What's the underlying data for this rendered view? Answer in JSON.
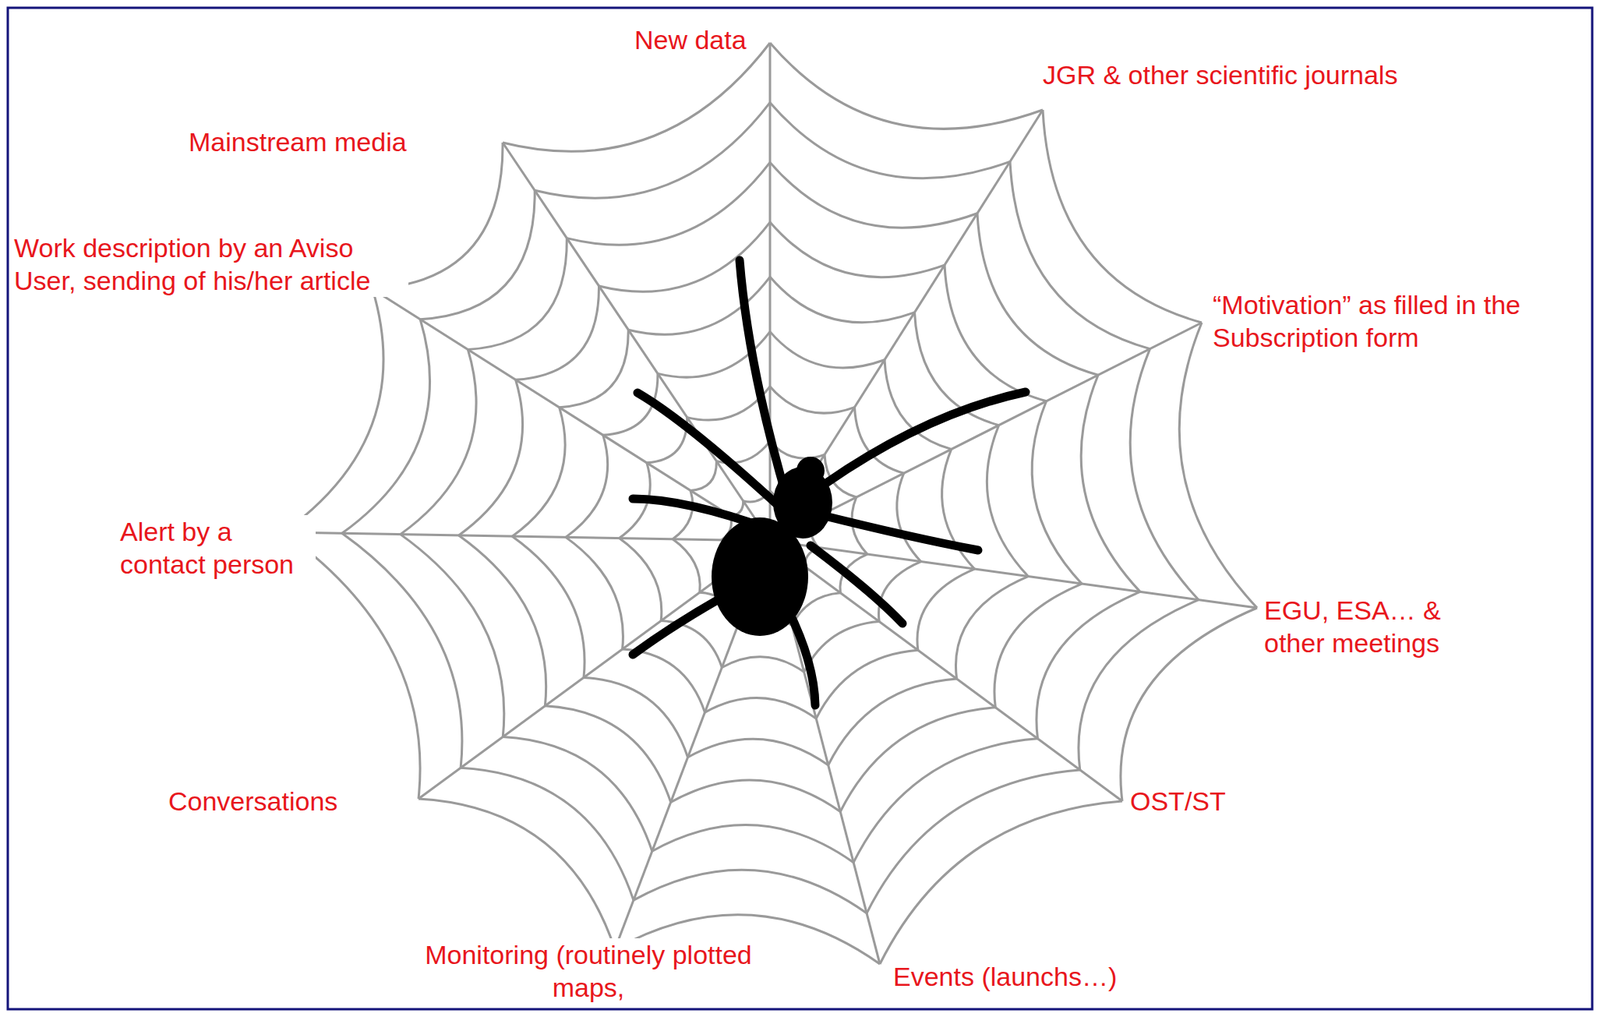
{
  "diagram": {
    "labels": [
      "New data",
      "JGR & other scientific journals",
      "Mainstream media",
      "Work description by an Aviso User, sending of his/her article",
      "“Motivation” as filled in the Subscription form",
      "Alert by a contact person",
      "EGU, ESA… & other meetings",
      "Conversations",
      "OST/ST",
      "Monitoring (routinely plotted maps,",
      "Events (launchs…)"
    ]
  }
}
